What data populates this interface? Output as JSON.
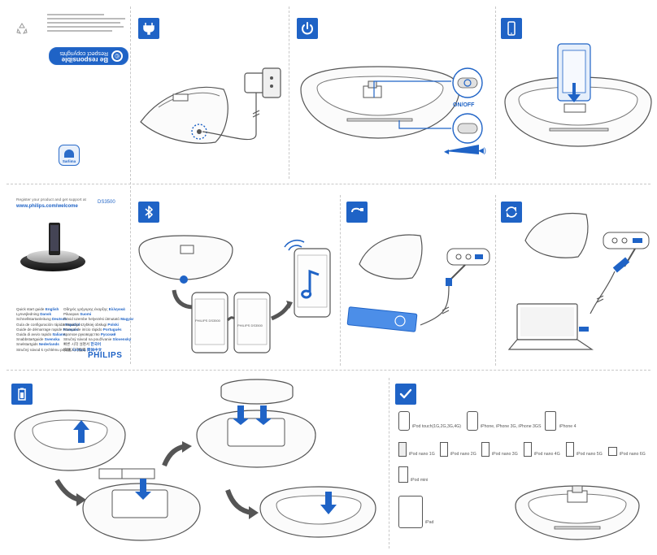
{
  "header": {
    "model": "DS3500",
    "register_text": "Register your product and get support at",
    "register_url": "www.philips.com/welcome",
    "brand": "PHILIPS"
  },
  "leaflet": {
    "be_responsible": "Be responsible",
    "respect_copyrights": "Respect copyrights",
    "eco_label": "Sarlima"
  },
  "languages_col1": [
    {
      "label": "Quick start guide",
      "lang": "English"
    },
    {
      "label": "Lynvejledning",
      "lang": "Dansk"
    },
    {
      "label": "Schnellstartanleitung",
      "lang": "Deutsch"
    },
    {
      "label": "Guía de configuración rápida",
      "lang": "Español"
    },
    {
      "label": "Guide de démarrage rapide",
      "lang": "Français"
    },
    {
      "label": "Guida di avvio rapido",
      "lang": "Italiano"
    },
    {
      "label": "Snabbstartguide",
      "lang": "Svenska"
    },
    {
      "label": "Snelstartgids",
      "lang": "Nederlands"
    },
    {
      "label": "Stručný návod k rychlému použití",
      "lang": "Čeština"
    }
  ],
  "languages_col2": [
    {
      "label": "Οδηγός γρήγορης έναρξης",
      "lang": "Ελληνικά"
    },
    {
      "label": "Pikaopas",
      "lang": "Suomi"
    },
    {
      "label": "Rövid üzembe helyezési útmutató",
      "lang": "Magyar"
    },
    {
      "label": "Instrukcja szybkiej obsługi",
      "lang": "Polski"
    },
    {
      "label": "Manual de início rápido",
      "lang": "Português"
    },
    {
      "label": "Краткое руководство",
      "lang": "Русский"
    },
    {
      "label": "Stručný návod na používanie",
      "lang": "Slovensky"
    },
    {
      "label": "빠른 시작 설명서",
      "lang": "한국어"
    },
    {
      "label": "快速入门指南",
      "lang": "简体中文"
    }
  ],
  "power_panel": {
    "on_off_label": "ON/OFF"
  },
  "bluetooth_panel": {
    "phone_label_1": "PHILIPS DS3500",
    "phone_label_2": "PHILIPS DS3500"
  },
  "compat": {
    "devices_row1": [
      "iPod touch(1G,2G,3G,4G)",
      "iPhone, iPhone 3G, iPhone 3GS",
      "iPhone 4"
    ],
    "devices_row2": [
      "iPod nano 1G",
      "iPod nano 2G",
      "iPod nano 3G",
      "iPod nano 4G",
      "iPod nano 5G",
      "iPod nano 6G"
    ],
    "devices_row3": [
      "iPod mini"
    ],
    "devices_row4": [
      "iPad"
    ]
  },
  "icons": {
    "power_plug": "plug-icon",
    "on_off": "power-icon",
    "dock": "iphone-icon",
    "bluetooth": "bluetooth-icon",
    "aux": "aux-cable-icon",
    "sync": "sync-icon",
    "battery": "battery-icon",
    "check": "check-icon"
  },
  "colors": {
    "accent": "#1f63c6",
    "device_stroke": "#555555",
    "dark_gray": "#3a3a3a"
  }
}
